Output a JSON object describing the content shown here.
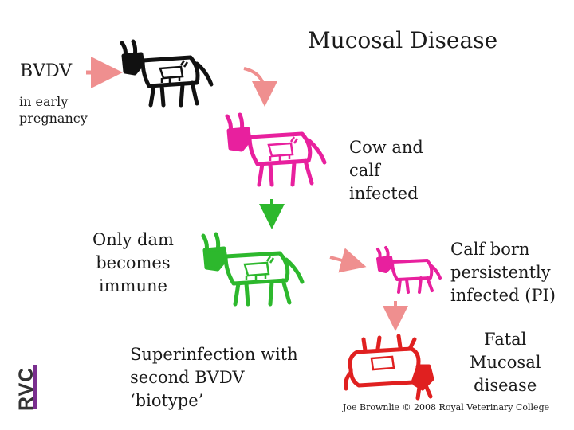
{
  "title": "Mucosal Disease",
  "bvdv_label": "BVDV",
  "early_pregnancy": [
    "in early",
    "pregnancy"
  ],
  "cow_and_calf": [
    "Cow and",
    "calf",
    "infected"
  ],
  "only_dam": [
    "Only dam",
    "becomes",
    "immune"
  ],
  "calf_born": [
    "Calf born",
    "persistently",
    "infected (PI)"
  ],
  "superinfection": [
    "Superinfection with",
    "second BVDV",
    "‘biotype’"
  ],
  "fatal": [
    "Fatal",
    "Mucosal",
    "disease"
  ],
  "credit": "Joe Brownlie © 2008  Royal Veterinary College",
  "logo_text": "RVC",
  "colors": {
    "black_cow": "#111111",
    "infected": "#e8209e",
    "immune": "#2db82d",
    "dead": "#e02020",
    "arrow_pink": "#ef8f8f",
    "arrow_green": "#2db82d",
    "logo_purple": "#7a2f8f"
  }
}
